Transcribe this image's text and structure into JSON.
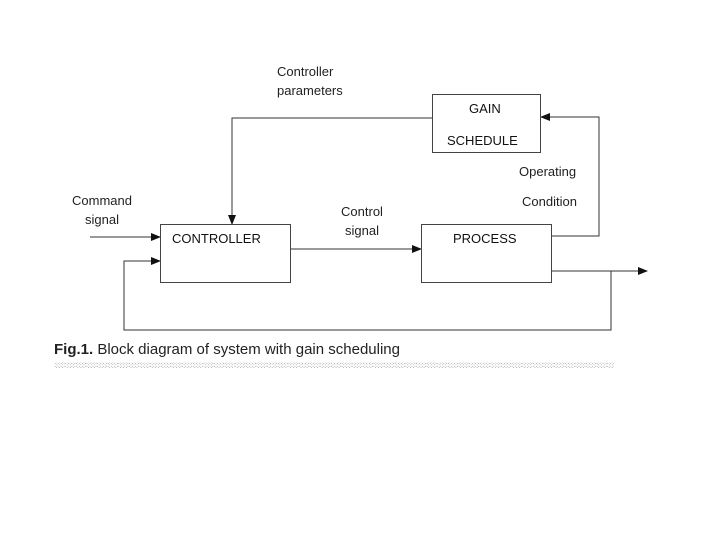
{
  "diagram": {
    "controller_params_label_1": "Controller",
    "controller_params_label_2": "parameters",
    "gain_schedule_line_1": "GAIN",
    "gain_schedule_line_2": "SCHEDULE",
    "operating_label_1": "Operating",
    "operating_label_2": "Condition",
    "command_label_1": "Command",
    "command_label_2": "signal",
    "controller_label": "CONTROLLER",
    "control_signal_label_1": "Control",
    "control_signal_label_2": "signal",
    "process_label": "PROCESS"
  },
  "caption": {
    "prefix": "Fig.1.",
    "text": " Block diagram of system with gain scheduling"
  }
}
